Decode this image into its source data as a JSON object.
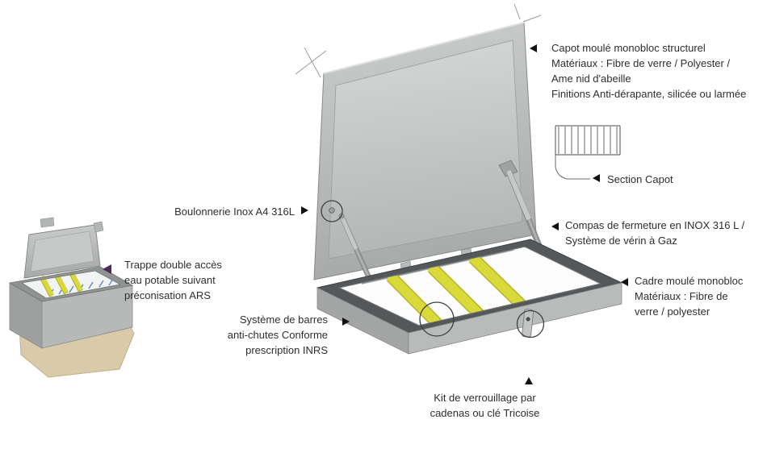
{
  "colors": {
    "bar_yellow": "#d9da3a",
    "bar_yellow_edge": "#b5b62c",
    "arrow_black": "#111111",
    "arrow_purple": "#4a2a5c",
    "water_blue": "#4a86c8",
    "metal_light": "#c6c9c8",
    "metal_mid": "#a2a5a4",
    "frame_dark": "#54585a",
    "base_tan": "#d9cbaa"
  },
  "labels": {
    "capot": {
      "lines": [
        "Capot moulé monobloc structurel",
        "Matériaux : Fibre de verre / Polyester /",
        "Ame nid d'abeille",
        "Finitions Anti-dérapante, silicée ou larmée"
      ]
    },
    "section_capot": {
      "text": "Section Capot"
    },
    "boulonnerie": {
      "text": "Boulonnerie Inox A4 316L"
    },
    "compas": {
      "lines": [
        "Compas de fermeture en INOX 316 L /",
        "Système de vérin à Gaz"
      ]
    },
    "cadre": {
      "lines": [
        "Cadre moulé monobloc",
        "Matériaux : Fibre de",
        "verre / polyester"
      ]
    },
    "trappe": {
      "lines": [
        "Trappe double accès",
        "eau potable suivant",
        "préconisation ARS"
      ]
    },
    "barres": {
      "lines": [
        "Système de barres",
        "anti-chutes Conforme",
        "prescription INRS"
      ]
    },
    "kit": {
      "lines": [
        "Kit de verrouillage par",
        "cadenas ou clé Tricoise"
      ]
    }
  }
}
